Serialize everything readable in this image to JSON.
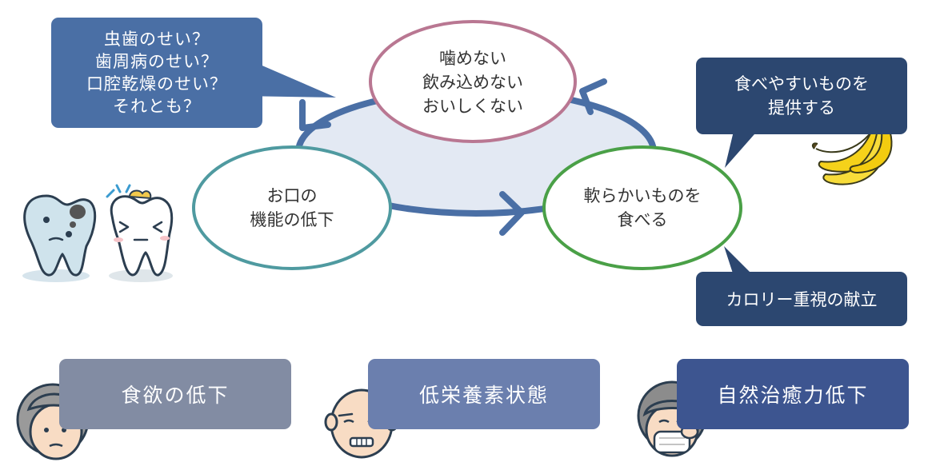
{
  "cycle": {
    "top_lines": [
      "噛めない",
      "飲み込めない",
      "おいしくない"
    ],
    "left_lines": [
      "お口の",
      "機能の低下"
    ],
    "right_lines": [
      "軟らかいものを",
      "食べる"
    ]
  },
  "callouts": {
    "question_lines": [
      "虫歯のせい？",
      "歯周病のせい？",
      "口腔乾燥のせい？",
      "それとも？"
    ],
    "food_lines": [
      "食べやすいものを",
      "提供する"
    ],
    "calorie": "カロリー重視の献立"
  },
  "bottom": {
    "appetite": "食欲の低下",
    "malnutrition": "低栄養素状態",
    "healing": "自然治癒力低下"
  },
  "colors": {
    "question_box": "#4a6fa5",
    "advice_box": "#2c4770",
    "bottom_1": "#828ca3",
    "bottom_2": "#6b7fae",
    "bottom_3": "#3d5590",
    "cycle_fill": "#e3e9f3",
    "cycle_arrow": "#4a6fa5",
    "top_ellipse": "#b97792",
    "left_ellipse": "#4f9aa0",
    "right_ellipse": "#4aa047"
  },
  "icons": [
    "sad-tooth-icon",
    "decayed-tooth-icon",
    "banana-icon",
    "elderly-woman-icon",
    "elderly-man-icon",
    "masked-woman-icon"
  ]
}
